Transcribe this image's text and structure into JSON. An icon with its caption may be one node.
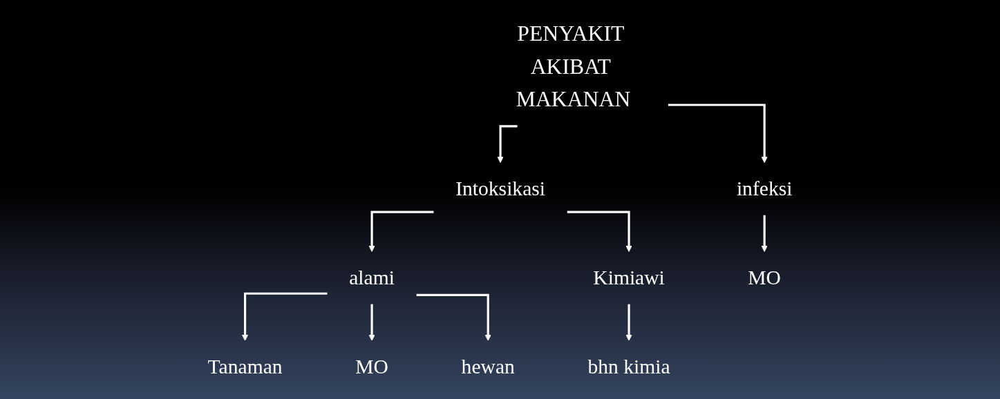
{
  "diagram": {
    "nodes": [
      {
        "text": [
          "PENYAKIT AKIBAT MAKANAN"
        ]
      },
      {
        "text": [
          "Intoksikasi"
        ]
      },
      {
        "text": [
          "infeksi"
        ]
      },
      {
        "text": [
          "alami"
        ]
      },
      {
        "text": [
          "Kimiawi"
        ]
      },
      {
        "text": [
          "MO"
        ]
      },
      {
        "text": [
          "Tanaman"
        ]
      },
      {
        "text": [
          "MO"
        ]
      },
      {
        "text": [
          "hewan"
        ]
      },
      {
        "text": [
          "bhn kimia"
        ]
      }
    ],
    "edges": [
      {
        "from": 0,
        "to": 1,
        "arrow": "to"
      },
      {
        "from": 0,
        "to": 2,
        "arrow": "to"
      },
      {
        "from": 1,
        "to": 3,
        "arrow": "to"
      },
      {
        "from": 1,
        "to": 4,
        "arrow": "to"
      },
      {
        "from": 2,
        "to": 5,
        "arrow": "to"
      },
      {
        "from": 3,
        "to": 6,
        "arrow": "to"
      },
      {
        "from": 3,
        "to": 7,
        "arrow": "to"
      },
      {
        "from": 3,
        "to": 8,
        "arrow": "to"
      },
      {
        "from": 4,
        "to": 9,
        "arrow": "to"
      }
    ]
  }
}
